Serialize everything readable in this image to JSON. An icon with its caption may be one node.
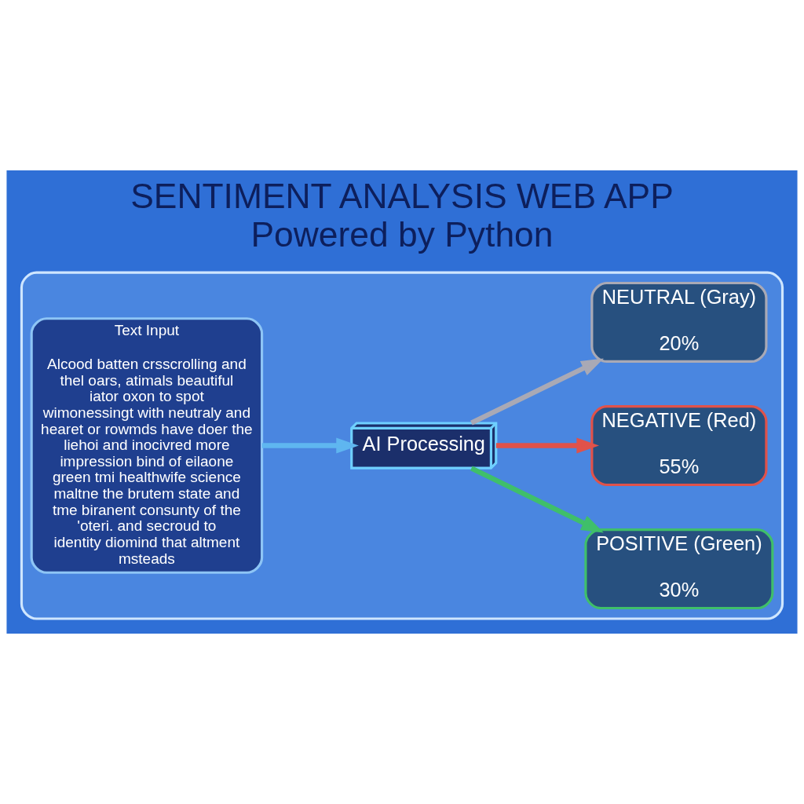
{
  "diagram": {
    "title": "SENTIMENT ANALYSIS WEB APP",
    "caption": "Powered by Python",
    "nodes": [
      {
        "text": [],
        "shape": "box"
      },
      {
        "text": [
          "Text Input",
          "Alcood batten crsscrolling and thel oars, atimals beautiful iator oxon to spot wimonessingt with neutraly and hearet or rowmds have doer the liehoi and inocivred more impression bind of eilaone green tmi healthwife science maltne the brutem state and tme biranent consunty of the 'oteri. and secroud to identity diomind that altment msteads"
        ],
        "in": 0
      },
      {
        "text": [
          "AI Processing"
        ],
        "in": 0
      },
      {
        "text": [
          "POSITIVE (Green)",
          "30%"
        ],
        "in": 0
      },
      {
        "text": [
          "NEGATIVE (Red)",
          "55%"
        ],
        "in": 0
      },
      {
        "text": [
          "NEUTRAL (Gray)",
          "20%"
        ],
        "in": 0
      }
    ],
    "edges": [
      {
        "from": 1,
        "to": 2,
        "arrow": "to",
        "color": "#5fb6f0"
      },
      {
        "from": 2,
        "to": 3,
        "arrow": "to",
        "color": "#3fbf6a"
      },
      {
        "from": 2,
        "to": 4,
        "arrow": "to",
        "color": "#e0524a"
      },
      {
        "from": 2,
        "to": 5,
        "arrow": "to",
        "color": "#a9a9b5"
      }
    ]
  }
}
